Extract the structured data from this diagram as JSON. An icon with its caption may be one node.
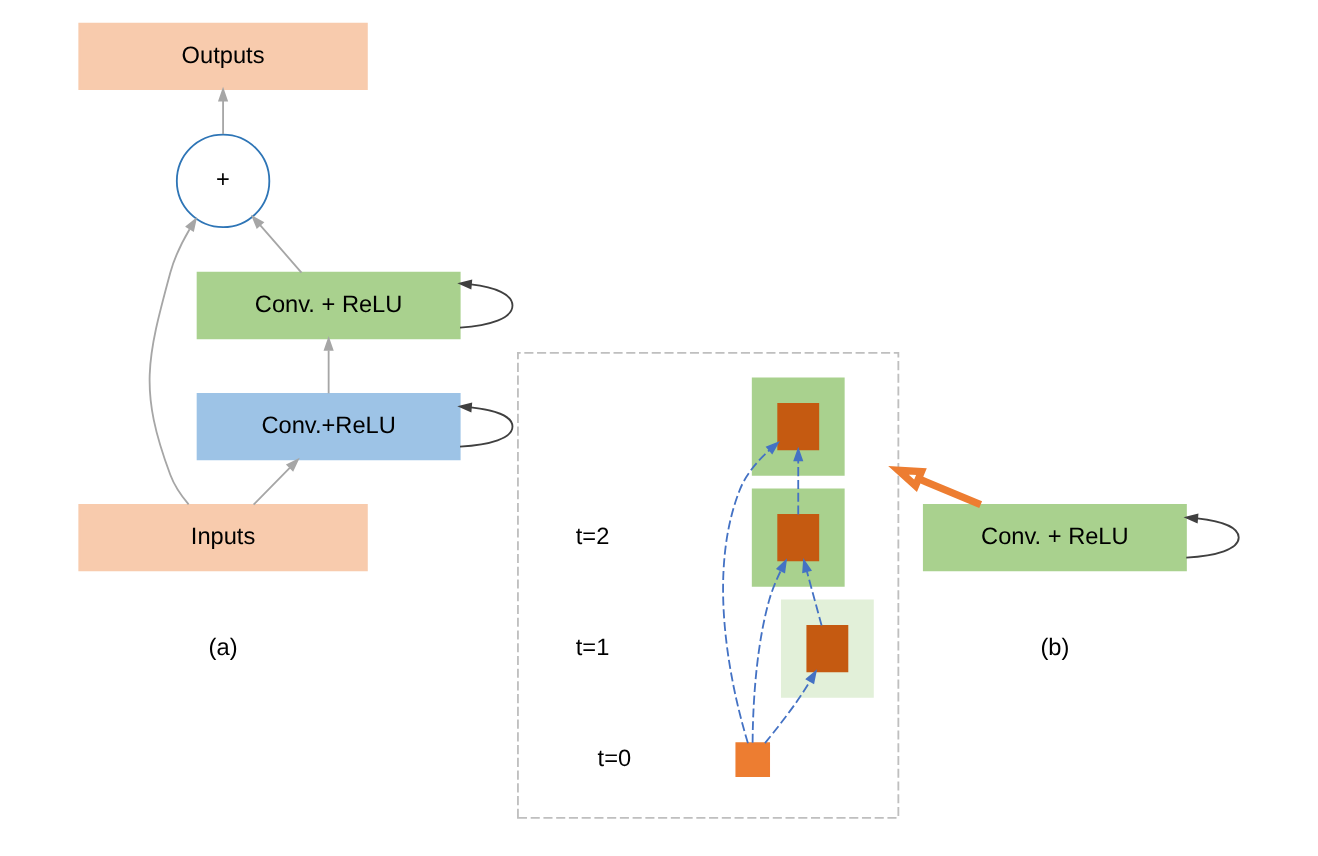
{
  "diagram": {
    "nodes": [
      {
        "text": [
          "Outputs"
        ]
      },
      {
        "text": [
          "+"
        ]
      },
      {
        "text": [
          "Conv. + ReLU"
        ]
      },
      {
        "text": [
          "Conv.+ReLU"
        ]
      },
      {
        "text": [
          "Inputs"
        ]
      },
      {
        "text": [],
        "shape": "box"
      },
      {
        "text": [],
        "shape": "box",
        "in": 5
      },
      {
        "text": [],
        "shape": "box",
        "in": 6
      },
      {
        "text": [],
        "shape": "box",
        "in": 5
      },
      {
        "text": [],
        "shape": "box",
        "in": 8
      },
      {
        "text": [],
        "shape": "box",
        "in": 5
      },
      {
        "text": [],
        "shape": "box",
        "in": 10
      },
      {
        "text": [],
        "shape": "box",
        "in": 5
      },
      {
        "text": [
          "Conv. + ReLU"
        ]
      }
    ],
    "edges": [
      {
        "from": 4,
        "to": 3,
        "arrow": "to"
      },
      {
        "from": 3,
        "to": 2,
        "arrow": "to"
      },
      {
        "from": 2,
        "to": 1,
        "arrow": "to"
      },
      {
        "from": 4,
        "to": 1,
        "arrow": "to"
      },
      {
        "from": 1,
        "to": 0,
        "arrow": "to"
      },
      {
        "from": 2,
        "to": 2,
        "arrow": "to",
        "color": "#404040"
      },
      {
        "from": 3,
        "to": 3,
        "arrow": "to",
        "color": "#404040"
      },
      {
        "from": 13,
        "to": 13,
        "arrow": "to",
        "color": "#404040"
      },
      {
        "from": 13,
        "to": 5,
        "arrow": "to",
        "style": "thick",
        "color": "#ed7d31"
      },
      {
        "from": 12,
        "to": 11,
        "arrow": "to",
        "style": "dashed",
        "color": "#4472c4"
      },
      {
        "from": 12,
        "to": 9,
        "arrow": "to",
        "style": "dashed",
        "color": "#4472c4"
      },
      {
        "from": 12,
        "to": 7,
        "arrow": "to",
        "style": "dashed",
        "color": "#4472c4"
      },
      {
        "from": 11,
        "to": 9,
        "arrow": "to",
        "style": "dashed",
        "color": "#4472c4"
      },
      {
        "from": 9,
        "to": 7,
        "arrow": "to",
        "style": "dashed",
        "color": "#4472c4"
      }
    ],
    "labels": [
      "t=2",
      "t=1",
      "t=0",
      "(a)",
      "(b)"
    ]
  }
}
